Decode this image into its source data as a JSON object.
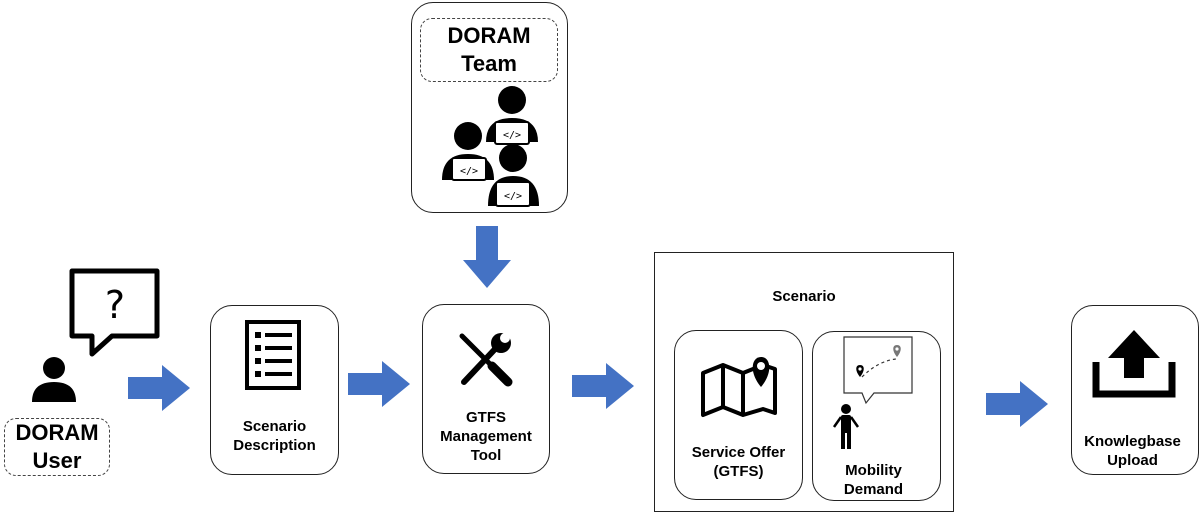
{
  "colors": {
    "arrow": "#4472C4",
    "stroke": "#222222"
  },
  "team": {
    "line1": "DORAM",
    "line2": "Team",
    "icon": "developers-team-icon"
  },
  "user": {
    "line1": "DORAM",
    "line2": "User",
    "icon": "user-question-icon"
  },
  "scenario_description": {
    "line1": "Scenario",
    "line2": "Description",
    "icon": "checklist-icon"
  },
  "gtfs_tool": {
    "line1": "GTFS",
    "line2": "Management",
    "line3": "Tool",
    "icon": "tools-icon"
  },
  "scenario": {
    "title": "Scenario",
    "service_offer": {
      "line1": "Service Offer",
      "line2": "(GTFS)",
      "icon": "map-pin-icon"
    },
    "mobility_demand": {
      "line1": "Mobility",
      "line2": "Demand",
      "icon": "person-route-icon"
    }
  },
  "knowledgebase": {
    "line1": "Knowlegbase",
    "line2": "Upload",
    "icon": "upload-icon"
  }
}
